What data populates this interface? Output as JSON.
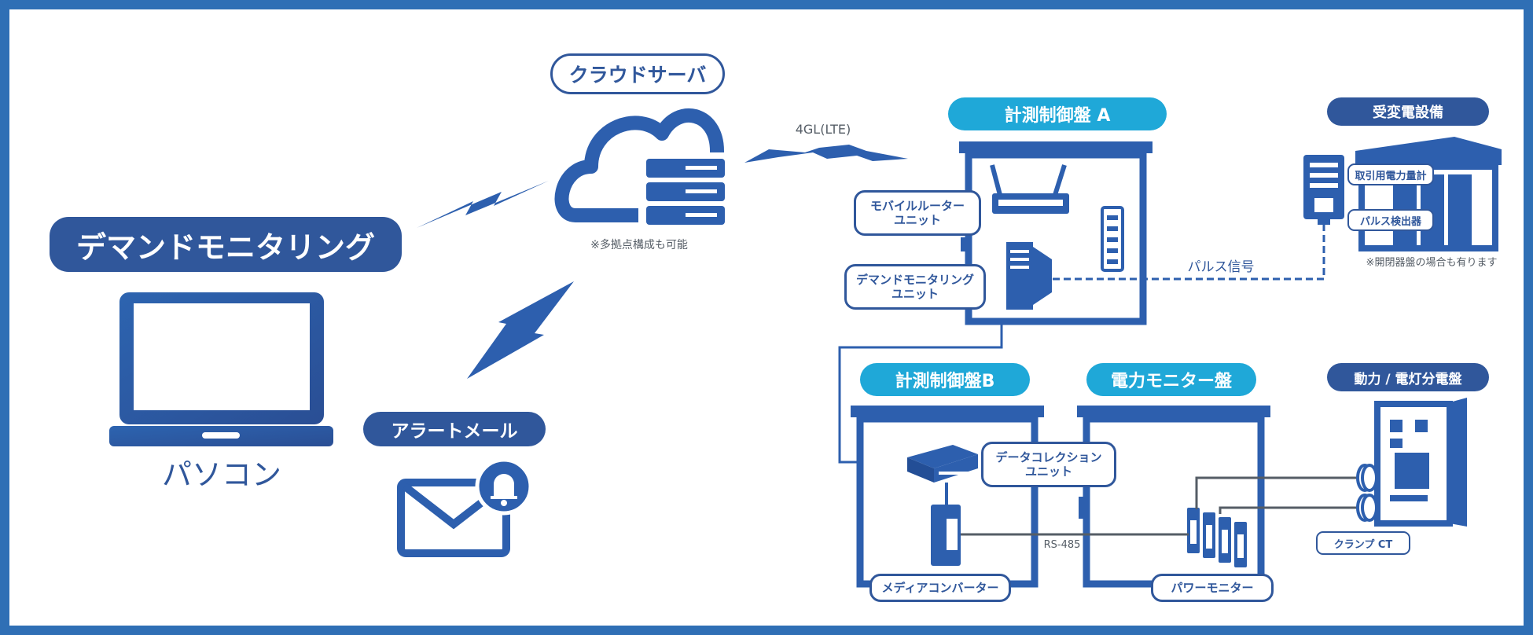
{
  "pc": {
    "title": "デマンドモニタリング",
    "label": "パソコン"
  },
  "cloud": {
    "title": "クラウドサーバ",
    "note": "※多拠点構成も可能"
  },
  "network": {
    "lte": "4GL(LTE)",
    "pulse": "パルス信号",
    "rs485": "RS-485"
  },
  "alert": {
    "title": "アラートメール"
  },
  "panel_a": {
    "title": "計測制御盤 A",
    "router_line1": "モバイルルーター",
    "router_line2": "ユニット",
    "demand_line1": "デマンドモニタリング",
    "demand_line2": "ユニット"
  },
  "substation": {
    "title": "受変電設備",
    "meter": "取引用電力量計",
    "pulse_detector": "パルス検出器",
    "note": "※開閉器盤の場合も有ります"
  },
  "panel_b": {
    "title": "計測制御盤B",
    "collector_line1": "データコレクション",
    "collector_line2": "ユニット",
    "converter": "メディアコンバーター"
  },
  "power_panel": {
    "title": "電力モニター盤",
    "monitor": "パワーモニター"
  },
  "distribution": {
    "title": "動力 / 電灯分電盤",
    "clamp": "クランプ CT"
  },
  "colors": {
    "frame": "#2f6fb5",
    "primary": "#30579b",
    "accent": "#1fa8d8",
    "line": "#555d66"
  }
}
